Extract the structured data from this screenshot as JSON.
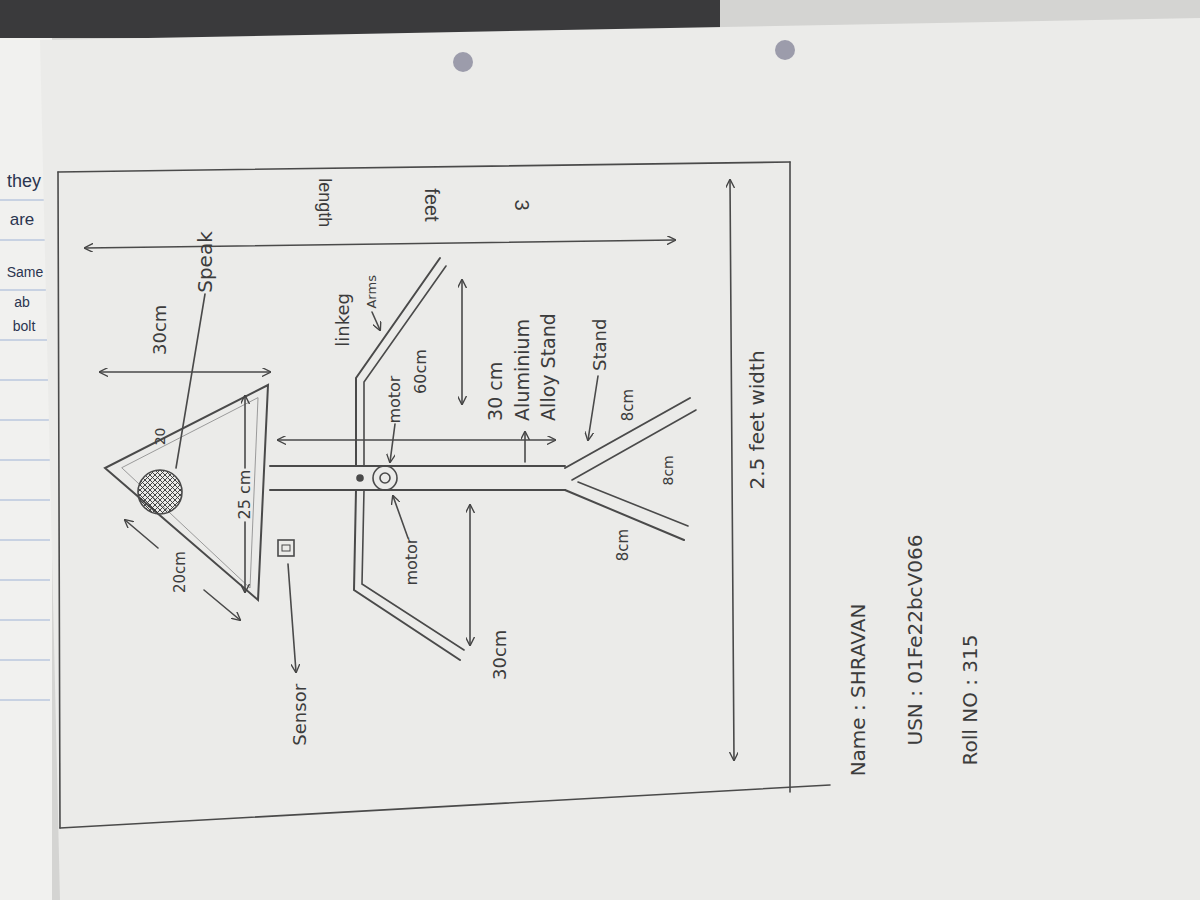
{
  "diagram": {
    "labels": [
      "they",
      "are",
      "Same",
      "ab",
      "bolt",
      "30cm",
      "Speak",
      "20",
      "20cm",
      "25 cm",
      "Sensor",
      "linkeg",
      "Arms",
      "motor",
      "motor",
      "60cm",
      "30 cm Aluminium Alloy Stand",
      "30cm",
      "Stand",
      "8cm",
      "8cm",
      "8cm",
      "length",
      "feet",
      "3",
      "2.5 feet width",
      "Name : SHRAVAN",
      "USN : 01Fe22bcV066",
      "Roll NO : 315"
    ]
  }
}
